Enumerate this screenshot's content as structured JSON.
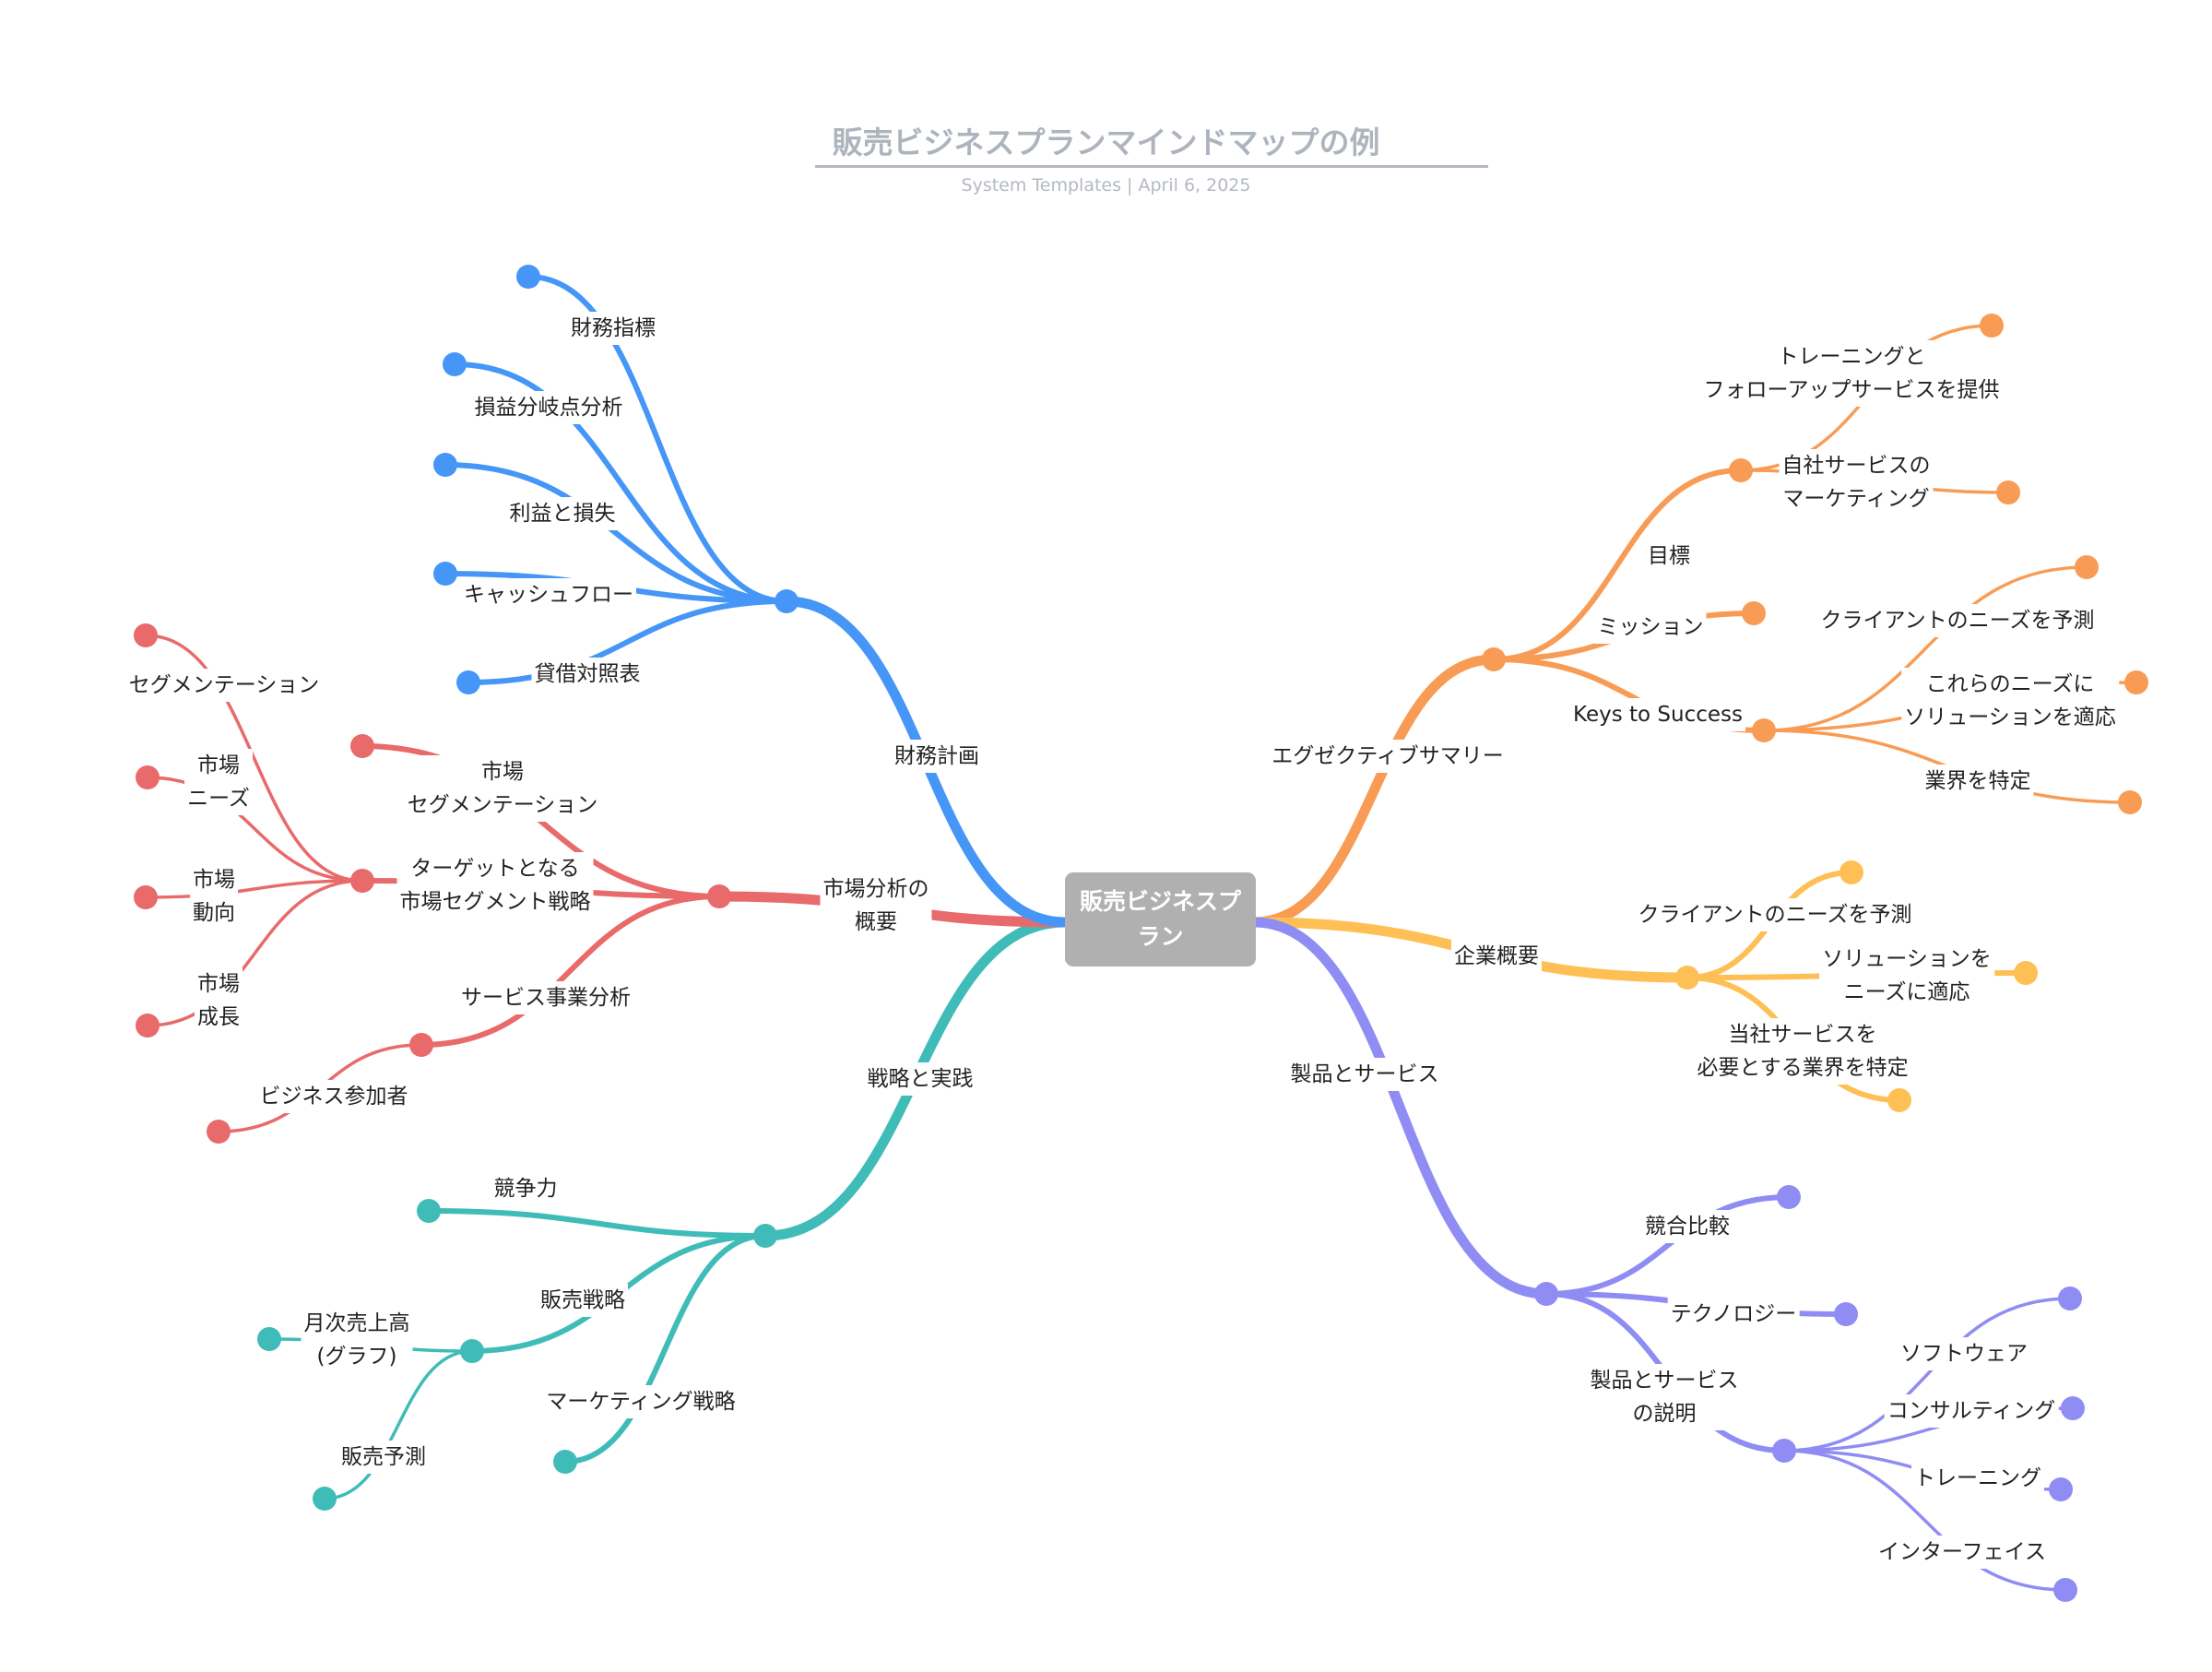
{
  "header": {
    "title": "販売ビジネスプランマインドマップの例",
    "subtitle": "System Templates  |  April 6, 2025"
  },
  "root": {
    "label": "販売ビジネスプラン",
    "color": "#b0b0b0"
  },
  "branches": [
    {
      "id": "summary",
      "label": "エグゼクティブサマリー",
      "color": "#f89c55",
      "children": [
        {
          "id": "goals",
          "label": "目標",
          "children": [
            {
              "id": "training-followup",
              "label": "トレーニングと\nフォローアップサービスを提供"
            },
            {
              "id": "own-marketing",
              "label": "自社サービスの\nマーケティング"
            }
          ]
        },
        {
          "id": "mission",
          "label": "ミッション",
          "children": []
        },
        {
          "id": "keys",
          "label": "Keys to Success",
          "children": [
            {
              "id": "predict-needs-1",
              "label": "クライアントのニーズを予測"
            },
            {
              "id": "adapt-solutions",
              "label": "これらのニーズに\nソリューションを適応"
            },
            {
              "id": "identify-industry",
              "label": "業界を特定"
            }
          ]
        }
      ]
    },
    {
      "id": "company",
      "label": "企業概要",
      "color": "#fec055",
      "children": [
        {
          "id": "predict-needs-2",
          "label": "クライアントのニーズを予測",
          "children": []
        },
        {
          "id": "solution-fit",
          "label": "ソリューションを\nニーズに適応",
          "children": []
        },
        {
          "id": "industry-need",
          "label": "当社サービスを\n必要とする業界を特定",
          "children": []
        }
      ]
    },
    {
      "id": "products",
      "label": "製品とサービス",
      "color": "#8f8cf4",
      "children": [
        {
          "id": "comparison",
          "label": "競合比較",
          "children": []
        },
        {
          "id": "technology",
          "label": "テクノロジー",
          "children": []
        },
        {
          "id": "description",
          "label": "製品とサービス\nの説明",
          "children": [
            {
              "id": "software",
              "label": "ソフトウェア"
            },
            {
              "id": "consulting",
              "label": "コンサルティング"
            },
            {
              "id": "training",
              "label": "トレーニング"
            },
            {
              "id": "interface",
              "label": "インターフェイス"
            }
          ]
        }
      ]
    },
    {
      "id": "strategy",
      "label": "戦略と実践",
      "color": "#3fbcb8",
      "children": [
        {
          "id": "competitiveness",
          "label": "競争力",
          "children": []
        },
        {
          "id": "sales-strategy",
          "label": "販売戦略",
          "children": [
            {
              "id": "monthly-sales",
              "label": "月次売上高\n(グラフ)"
            },
            {
              "id": "sales-forecast",
              "label": "販売予測"
            }
          ]
        },
        {
          "id": "marketing-strategy",
          "label": "マーケティング戦略",
          "children": []
        }
      ]
    },
    {
      "id": "market",
      "label": "市場分析の\n概要",
      "color": "#e86a6a",
      "children": [
        {
          "id": "market-segmentation",
          "label": "市場\nセグメンテーション",
          "children": []
        },
        {
          "id": "target-segment",
          "label": "ターゲットとなる\n市場セグメント戦略",
          "children": [
            {
              "id": "segmentation",
              "label": "セグメンテーション"
            },
            {
              "id": "market-needs",
              "label": "市場\nニーズ"
            },
            {
              "id": "market-trends",
              "label": "市場\n動向"
            },
            {
              "id": "market-growth",
              "label": "市場\n成長"
            }
          ]
        },
        {
          "id": "service-analysis",
          "label": "サービス事業分析",
          "children": [
            {
              "id": "participants",
              "label": "ビジネス参加者"
            }
          ]
        }
      ]
    },
    {
      "id": "finance",
      "label": "財務計画",
      "color": "#4596f7",
      "children": [
        {
          "id": "indicators",
          "label": "財務指標",
          "children": []
        },
        {
          "id": "break-even",
          "label": "損益分岐点分析",
          "children": []
        },
        {
          "id": "profit-loss",
          "label": "利益と損失",
          "children": []
        },
        {
          "id": "cash-flow",
          "label": "キャッシュフロー",
          "children": []
        },
        {
          "id": "balance-sheet",
          "label": "貸借対照表",
          "children": []
        }
      ]
    }
  ]
}
